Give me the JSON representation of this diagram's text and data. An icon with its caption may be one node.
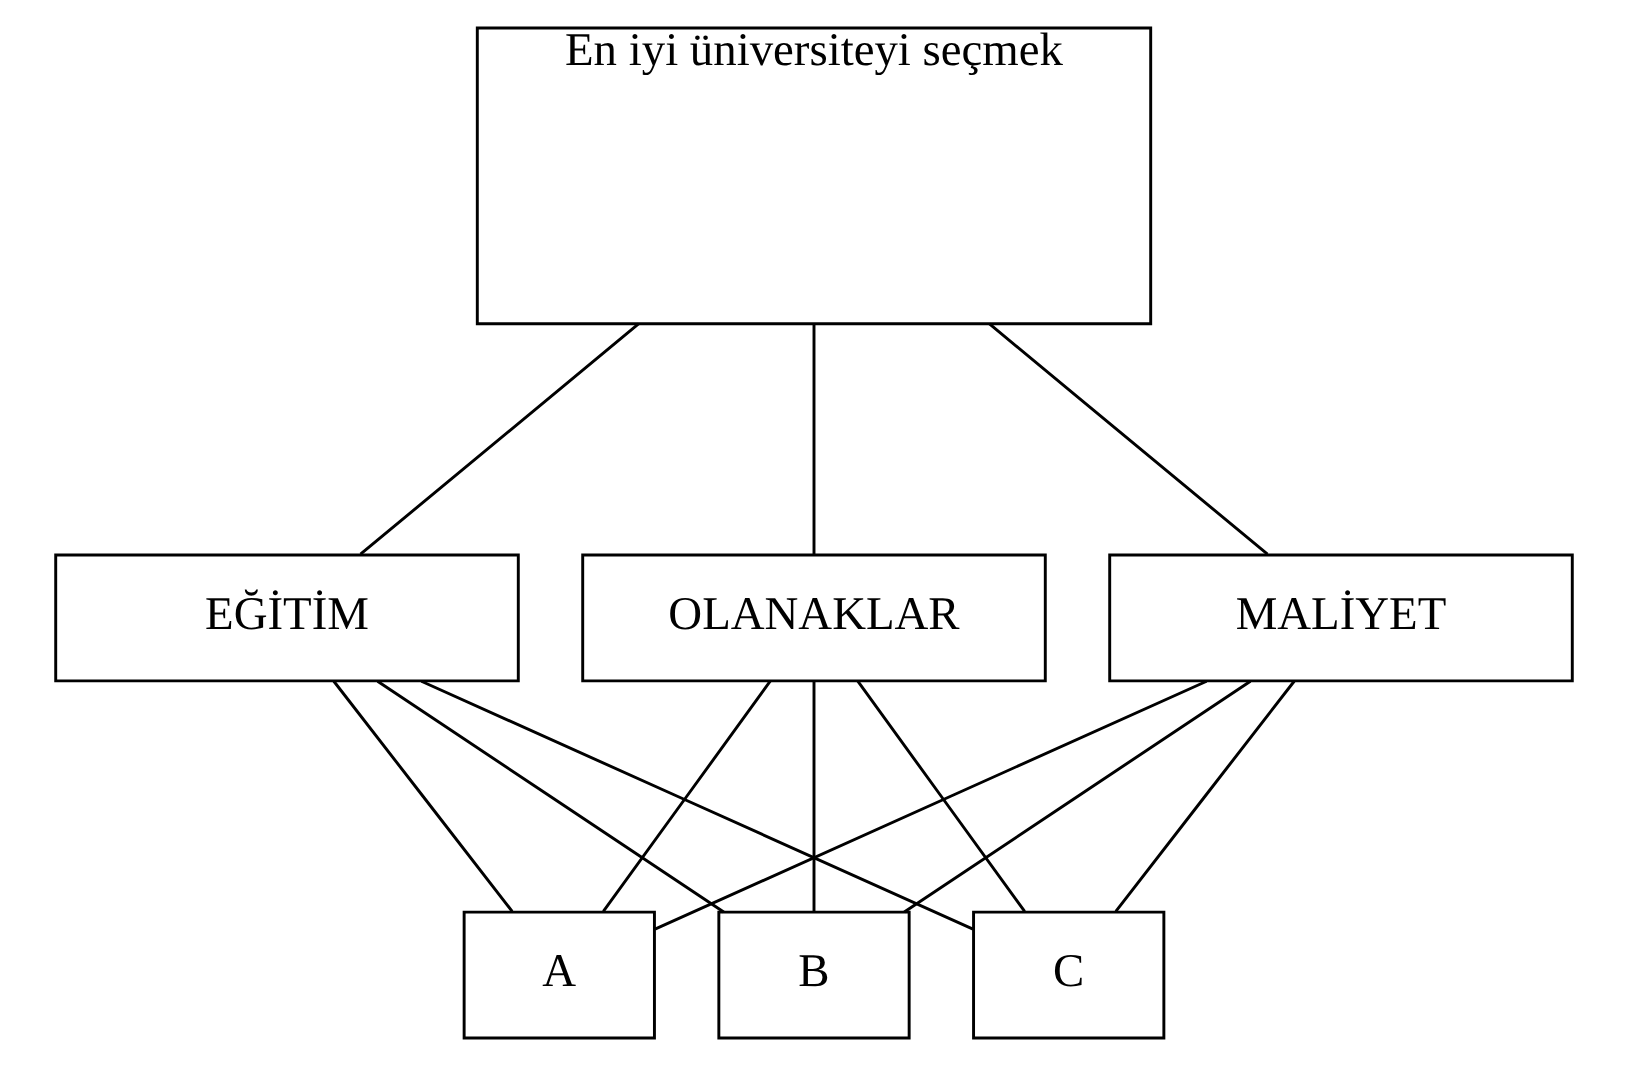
{
  "diagram": {
    "nodes": [
      {
        "text": [
          "En iyi üniversiteyi seçmek"
        ]
      },
      {
        "text": [
          "EĞİTİM"
        ]
      },
      {
        "text": [
          "OLANAKLAR"
        ]
      },
      {
        "text": [
          "MALİYET"
        ]
      },
      {
        "text": [
          "A"
        ]
      },
      {
        "text": [
          "B"
        ]
      },
      {
        "text": [
          "C"
        ]
      }
    ],
    "edges": [
      {
        "from": 0,
        "to": 1,
        "arrow": "none"
      },
      {
        "from": 0,
        "to": 2,
        "arrow": "none"
      },
      {
        "from": 0,
        "to": 3,
        "arrow": "none"
      },
      {
        "from": 1,
        "to": 4,
        "arrow": "none"
      },
      {
        "from": 1,
        "to": 5,
        "arrow": "none"
      },
      {
        "from": 1,
        "to": 6,
        "arrow": "none"
      },
      {
        "from": 2,
        "to": 4,
        "arrow": "none"
      },
      {
        "from": 2,
        "to": 5,
        "arrow": "none"
      },
      {
        "from": 2,
        "to": 6,
        "arrow": "none"
      },
      {
        "from": 3,
        "to": 4,
        "arrow": "none"
      },
      {
        "from": 3,
        "to": 5,
        "arrow": "none"
      },
      {
        "from": 3,
        "to": 6,
        "arrow": "none"
      }
    ]
  }
}
